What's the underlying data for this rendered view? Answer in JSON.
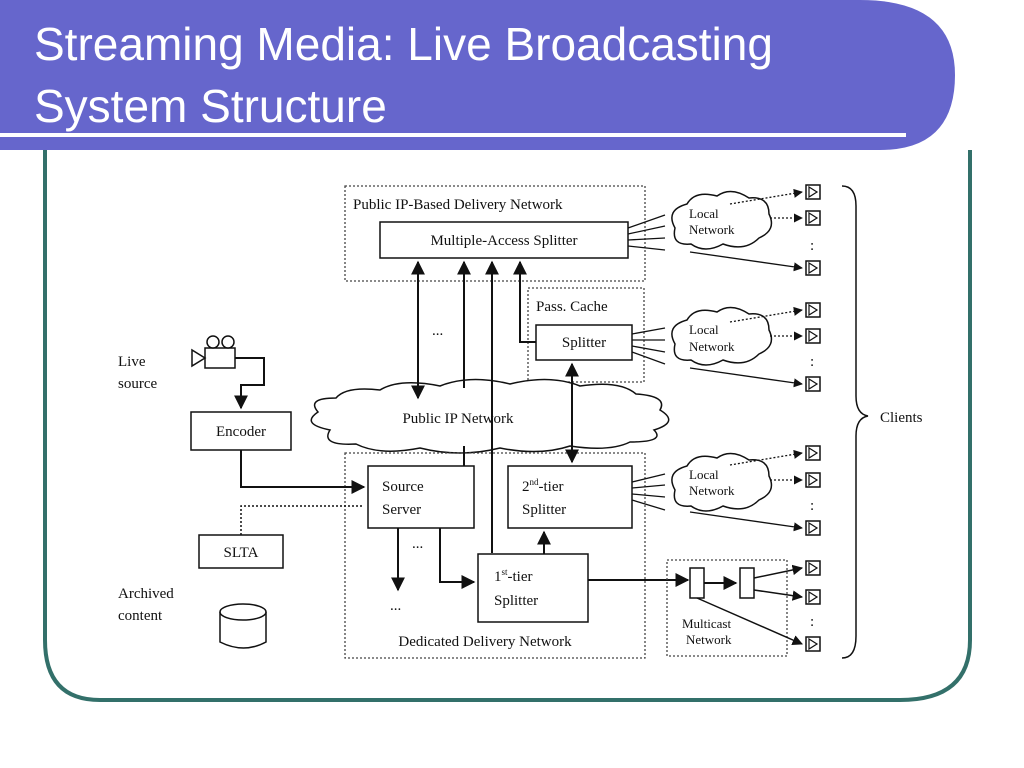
{
  "slide": {
    "title_line_1": "Streaming Media: Live Broadcasting",
    "title_line_2": "System Structure",
    "colors": {
      "title_bar": "#6666cc",
      "frame_border": "#33706a",
      "diagram_ink": "#111111"
    }
  },
  "diagram": {
    "labels": {
      "public_network_box": "Public IP-Based Delivery Network",
      "multi_access_splitter": "Multiple-Access Splitter",
      "pass_cache": "Pass. Cache",
      "cache_splitter": "Splitter",
      "public_ip_cloud": "Public IP Network",
      "live_source_1": "Live",
      "live_source_2": "source",
      "encoder": "Encoder",
      "slta": "SLTA",
      "archived_1": "Archived",
      "archived_2": "content",
      "source_server_1": "Source",
      "source_server_2": "Server",
      "second_tier_1": "2",
      "second_tier_sup": "nd",
      "second_tier_2": "-tier",
      "second_tier_3": "Splitter",
      "first_tier_1": "1",
      "first_tier_sup": "st",
      "first_tier_2": "-tier",
      "first_tier_3": "Splitter",
      "dedicated_network": "Dedicated Delivery Network",
      "local_network_1": "Local",
      "local_network_2": "Network",
      "multicast_1": "Multicast",
      "multicast_2": "Network",
      "clients": "Clients",
      "ellipsis": "...",
      "colon": ":"
    }
  }
}
